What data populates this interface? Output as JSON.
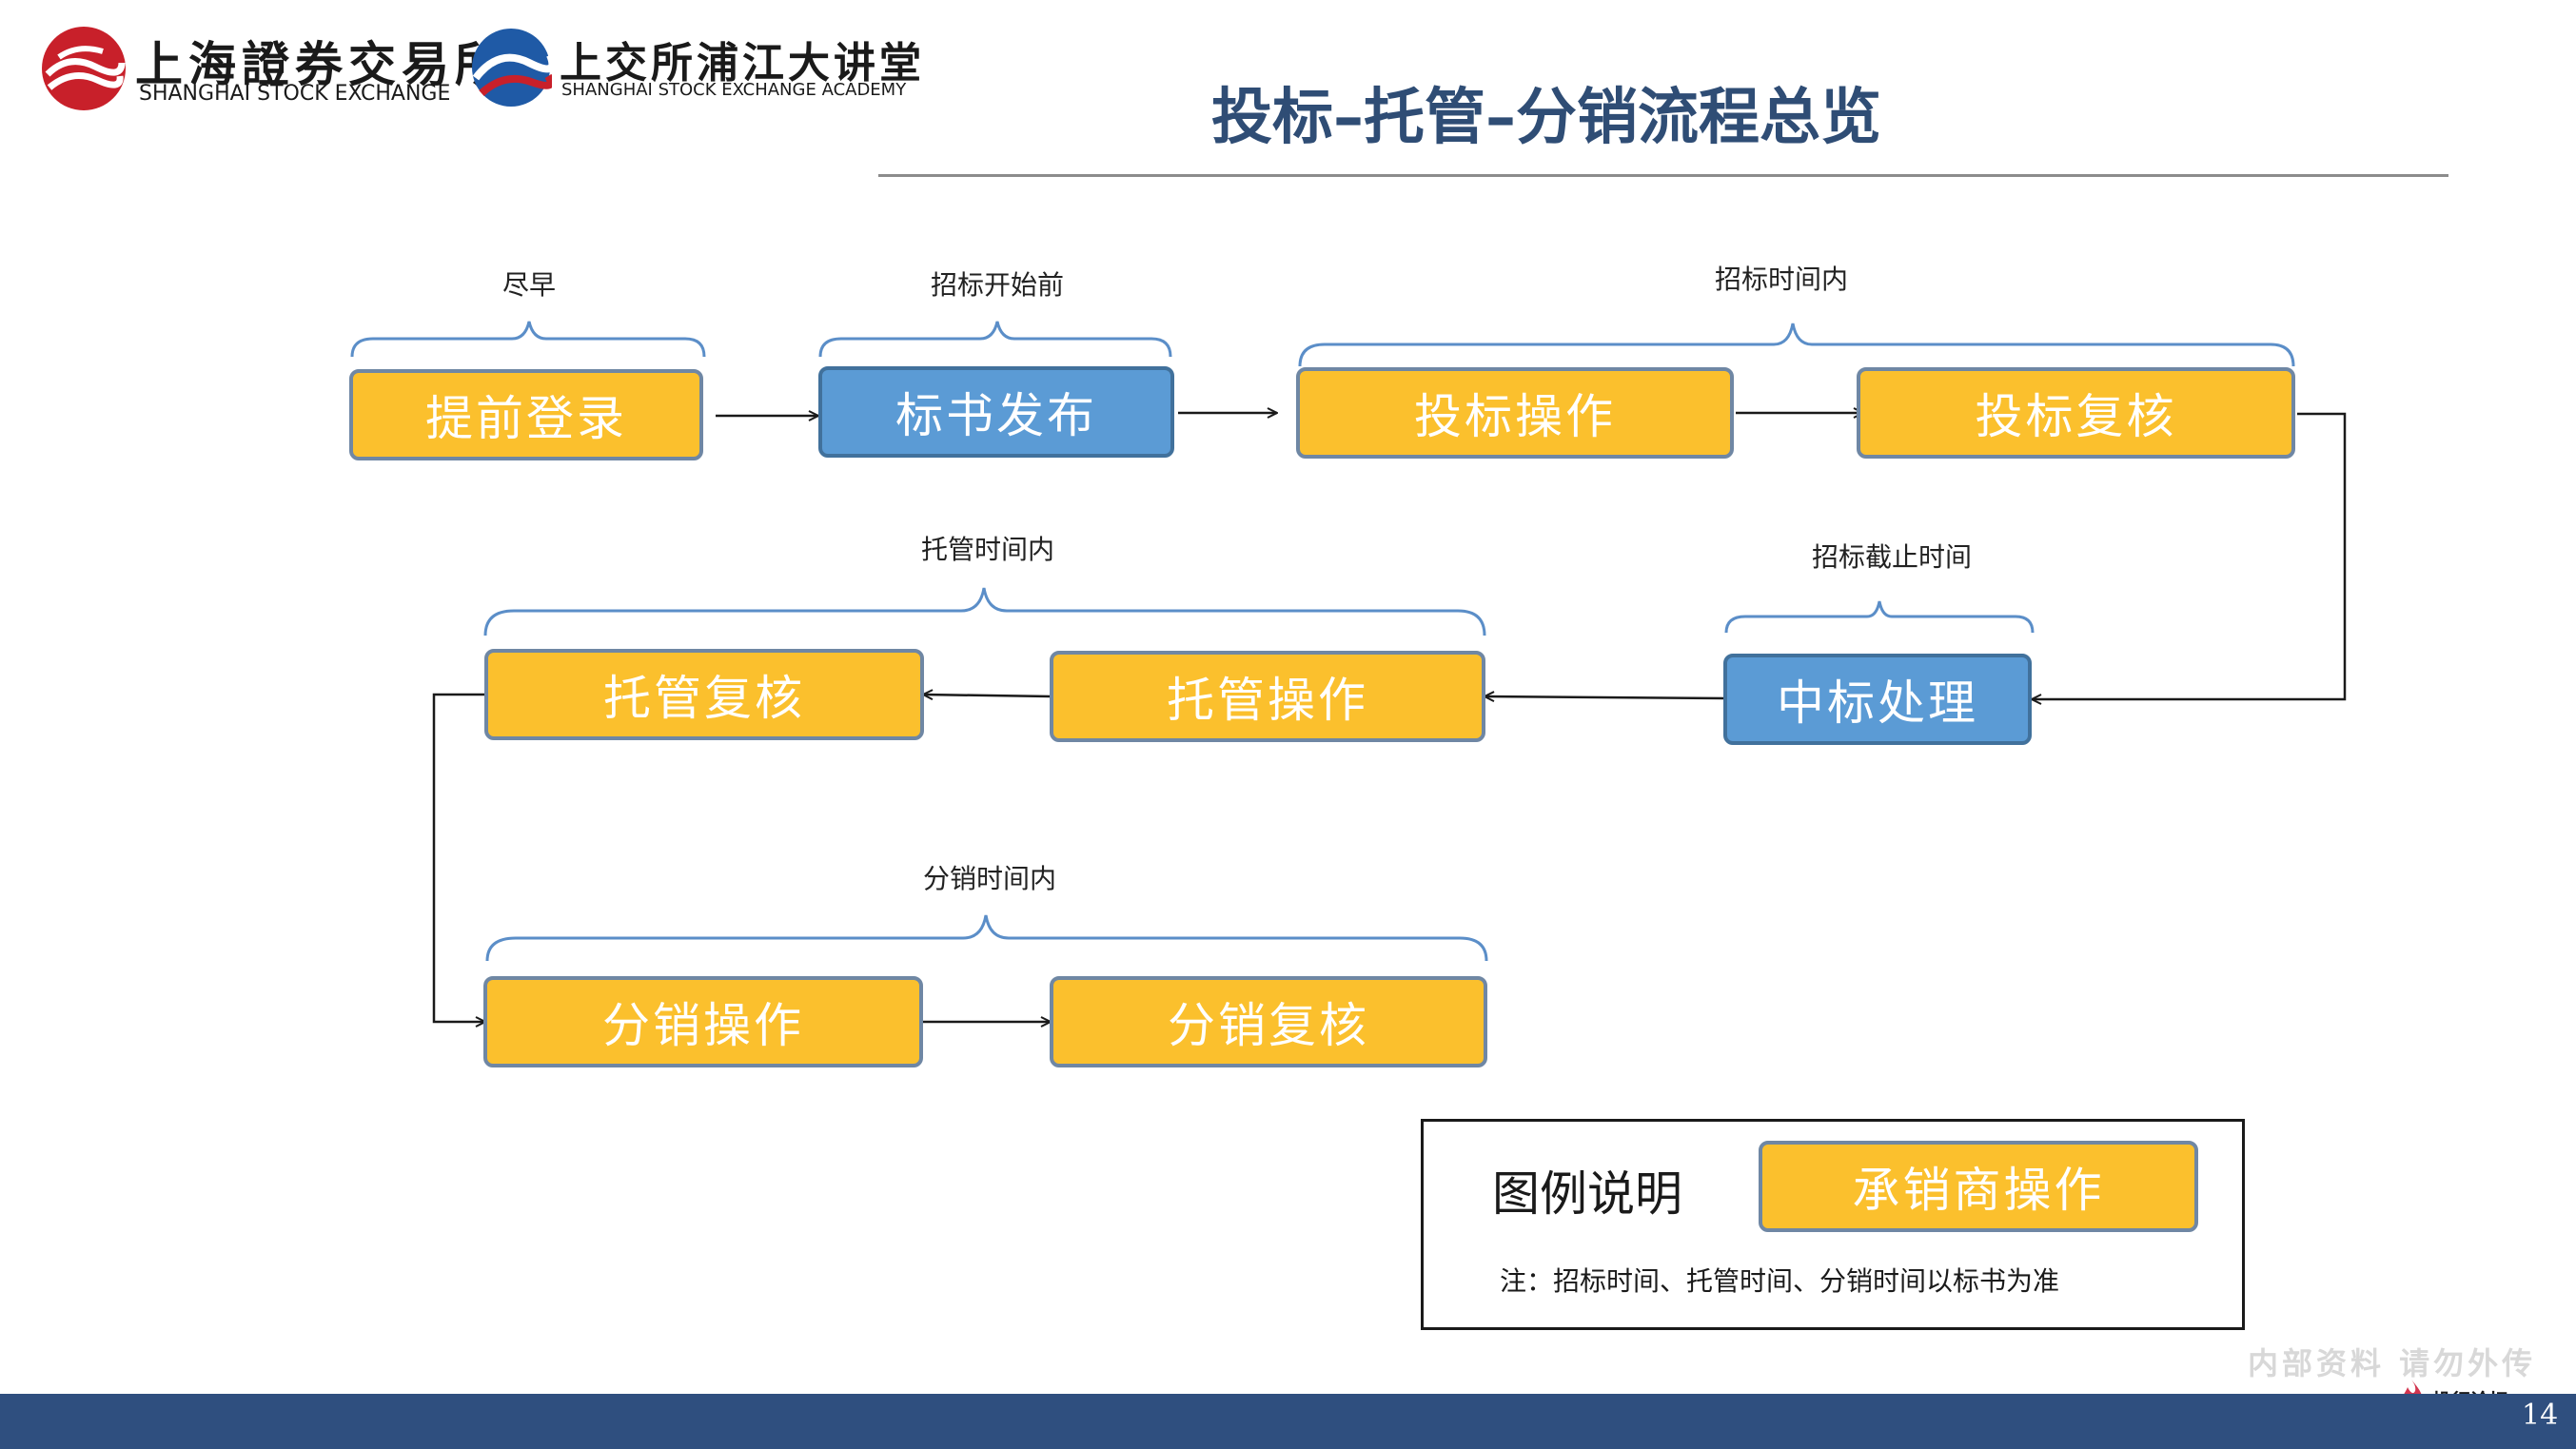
{
  "header": {
    "logo_sse": {
      "cn": "上海證券交易所",
      "en": "SHANGHAI STOCK EXCHANGE"
    },
    "logo_academy": {
      "cn": "上交所浦江大讲堂",
      "en": "SHANGHAI STOCK EXCHANGE ACADEMY"
    },
    "title": "投标–托管–分销流程总览"
  },
  "phases": {
    "early": "尽早",
    "before_tender": "招标开始前",
    "tender_period": "招标时间内",
    "tender_deadline": "招标截止时间",
    "custody_period": "托管时间内",
    "distribution_period": "分销时间内"
  },
  "steps": {
    "login": "提前登录",
    "publish": "标书发布",
    "bid_operation": "投标操作",
    "bid_review": "投标复核",
    "award": "中标处理",
    "custody_operation": "托管操作",
    "custody_review": "托管复核",
    "distribution_operation": "分销操作",
    "distribution_review": "分销复核"
  },
  "legend": {
    "title": "图例说明",
    "item": "承销商操作",
    "note": "注：招标时间、托管时间、分销时间以标书为准"
  },
  "watermark": "内部资料 请勿外传",
  "footer": {
    "page_number": "14",
    "forum": "投行论坛"
  },
  "colors": {
    "underwriter_step": "#fbc02d",
    "system_step": "#5b9bd5",
    "title": "#2f4d75",
    "footer_bar": "#2f4f7f",
    "brace": "#5b8ec8",
    "logo_red": "#c8202a",
    "logo_blue": "#1f5aa6"
  }
}
